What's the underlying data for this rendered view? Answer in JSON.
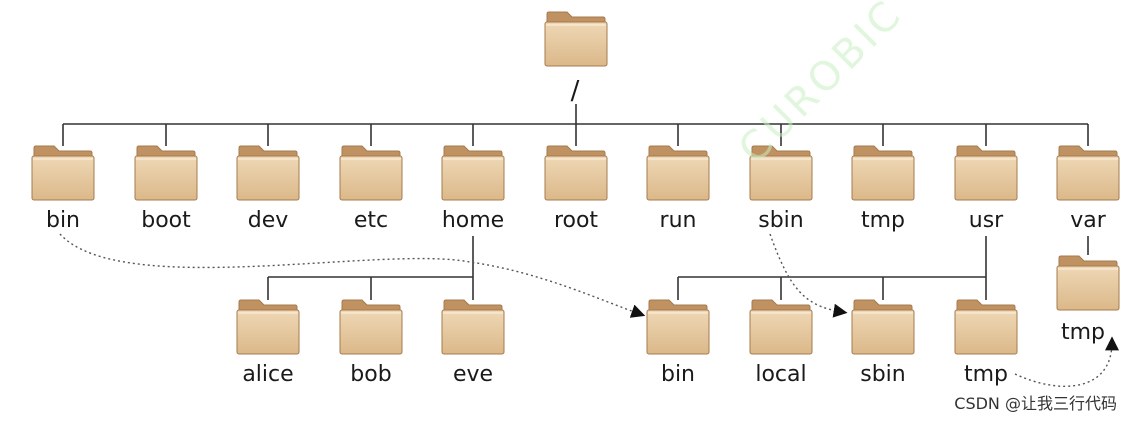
{
  "root": {
    "label": "/"
  },
  "top_level": [
    "bin",
    "boot",
    "dev",
    "etc",
    "home",
    "root",
    "run",
    "sbin",
    "tmp",
    "usr",
    "var"
  ],
  "home_children": [
    "alice",
    "bob",
    "eve"
  ],
  "usr_children": [
    "bin",
    "local",
    "sbin",
    "tmp"
  ],
  "var_children": [
    "tmp"
  ],
  "watermark": "CUROBIC",
  "credit": "CSDN @让我三行代码",
  "colors": {
    "folder_back": "#c09262",
    "folder_front": "#e8cca4",
    "folder_edge": "#a57b4e",
    "line": "#333333"
  }
}
